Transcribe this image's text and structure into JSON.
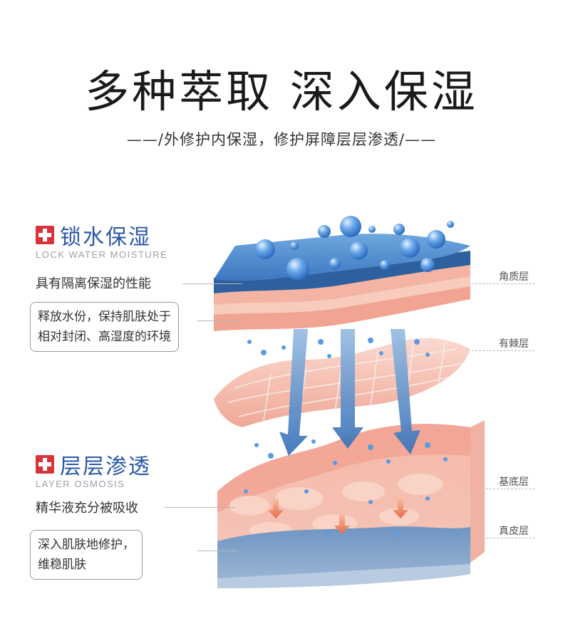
{
  "header": {
    "title": "多种萃取 深入保湿",
    "subtitle": "——/外修护内保湿，修护屏障层层渗透/——"
  },
  "lock_section": {
    "icon": "red-cross-icon",
    "title": "锁水保湿",
    "subtitle": "LOCK WATER MOISTURE",
    "point1": "具有隔离保湿的性能",
    "point2_line1": "释放水份，保持肌肤处于",
    "point2_line2": "相对封闭、高湿度的环境"
  },
  "layer_section": {
    "icon": "red-cross-icon",
    "title": "层层渗透",
    "subtitle": "LAYER OSMOSIS",
    "point1": "精华液充分被吸收",
    "point2_line1": "深入肌肤地修护，",
    "point2_line2": "维稳肌肤"
  },
  "skin_layers": {
    "stratum_corneum": "角质层",
    "spinous": "有棘层",
    "basal": "基底层",
    "dermis": "真皮层"
  },
  "colors": {
    "accent_blue": "#2a58a8",
    "accent_red": "#d8333a",
    "skin_pink": "#f2b3a4",
    "water_blue": "#4a86c8"
  }
}
